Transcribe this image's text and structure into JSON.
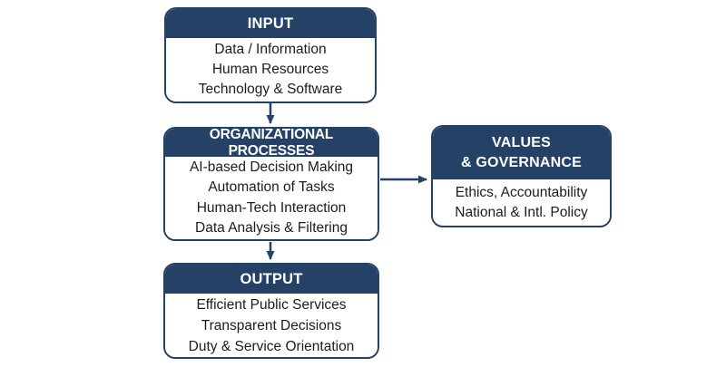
{
  "colors": {
    "accent_navy": "#254266",
    "body_text": "#1c1c1c",
    "background": "#ffffff",
    "header_text": "#ffffff"
  },
  "diagram": {
    "input": {
      "title": "INPUT",
      "items": [
        "Data / Information",
        "Human Resources",
        "Technology & Software"
      ]
    },
    "processes": {
      "title": "ORGANIZATIONAL PROCESSES",
      "items": [
        "AI-based Decision Making",
        "Automation of Tasks",
        "Human-Tech Interaction",
        "Data Analysis & Filtering"
      ]
    },
    "values": {
      "title_line1": "VALUES",
      "title_line2": "& GOVERNANCE",
      "items": [
        "Ethics, Accountability",
        "National & Intl. Policy"
      ]
    },
    "output": {
      "title": "OUTPUT",
      "items": [
        "Efficient Public Services",
        "Transparent Decisions",
        "Duty & Service Orientation"
      ]
    }
  }
}
